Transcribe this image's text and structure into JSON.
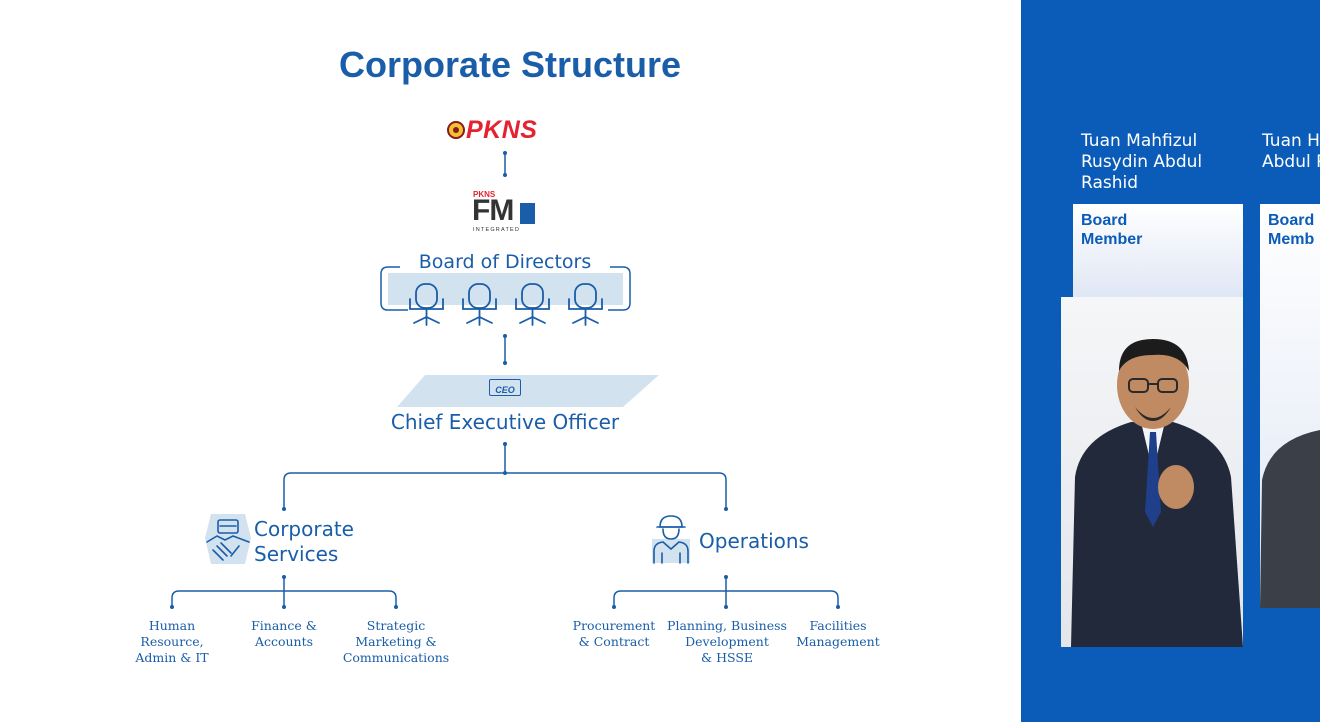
{
  "title": "Corporate Structure",
  "logos": {
    "parent": "PKNS",
    "subsidiary_top": "PKNS",
    "subsidiary_main": "FM",
    "subsidiary_sub": "INTEGRATED"
  },
  "board": {
    "label": "Board of Directors",
    "icon": "office-chair-icon"
  },
  "ceo": {
    "label": "Chief Executive Officer",
    "badge": "CEO"
  },
  "divisions": [
    {
      "label_line1": "Corporate",
      "label_line2": "Services",
      "icon": "handshake-icon",
      "units": [
        [
          "Human",
          "Resource,",
          "Admin & IT"
        ],
        [
          "Finance &",
          "Accounts"
        ],
        [
          "Strategic",
          "Marketing &",
          "Communications"
        ]
      ]
    },
    {
      "label_line1": "Operations",
      "icon": "engineer-icon",
      "units": [
        [
          "Procurement",
          "& Contract"
        ],
        [
          "Planning, Business",
          "Development",
          "& HSSE"
        ],
        [
          "Facilities",
          "Management"
        ]
      ]
    }
  ],
  "panel": {
    "background": "#0b5cb8",
    "members": [
      {
        "name": [
          "Tuan Mahfizul",
          "Rusydin Abdul",
          "Rashid"
        ],
        "role": [
          "Board",
          "Member"
        ]
      },
      {
        "name": [
          "Tuan H",
          "Abdul R"
        ],
        "role": [
          "Board",
          "Memb"
        ]
      }
    ]
  },
  "colors": {
    "accent": "#1a5da8",
    "logo_red": "#e52330"
  }
}
